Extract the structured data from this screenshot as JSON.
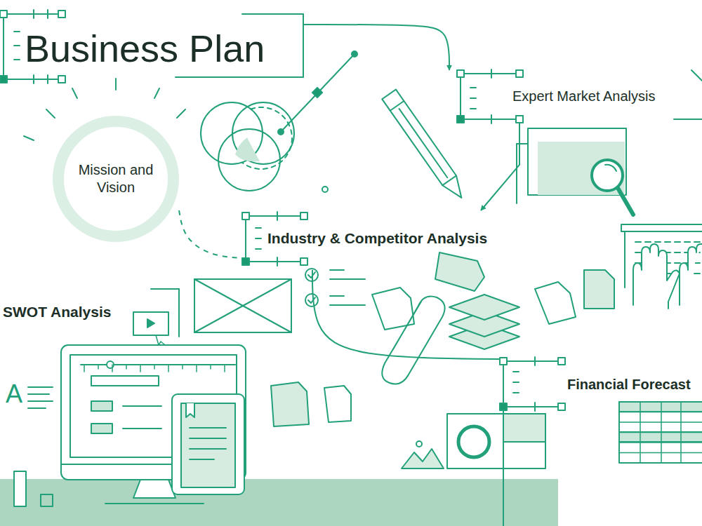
{
  "diagram": {
    "nodes": [
      {
        "text": [
          "Business Plan"
        ]
      },
      {
        "text": [
          "Mission and Vision"
        ]
      },
      {
        "text": [
          "Expert Market Analysis"
        ]
      },
      {
        "text": [
          "Industry & Competitor Analysis"
        ]
      },
      {
        "text": [
          "SWOT Analysis"
        ]
      },
      {
        "text": [
          "Financial Forecast"
        ]
      }
    ],
    "edges": [
      {
        "from": 0,
        "to": 2,
        "arrow": "to"
      },
      {
        "from": 2,
        "to": 3,
        "arrow": "to"
      },
      {
        "from": 1,
        "to": 3,
        "arrow": "none"
      },
      {
        "from": 3,
        "to": 5,
        "arrow": "none"
      }
    ],
    "labels": [
      "A"
    ]
  }
}
